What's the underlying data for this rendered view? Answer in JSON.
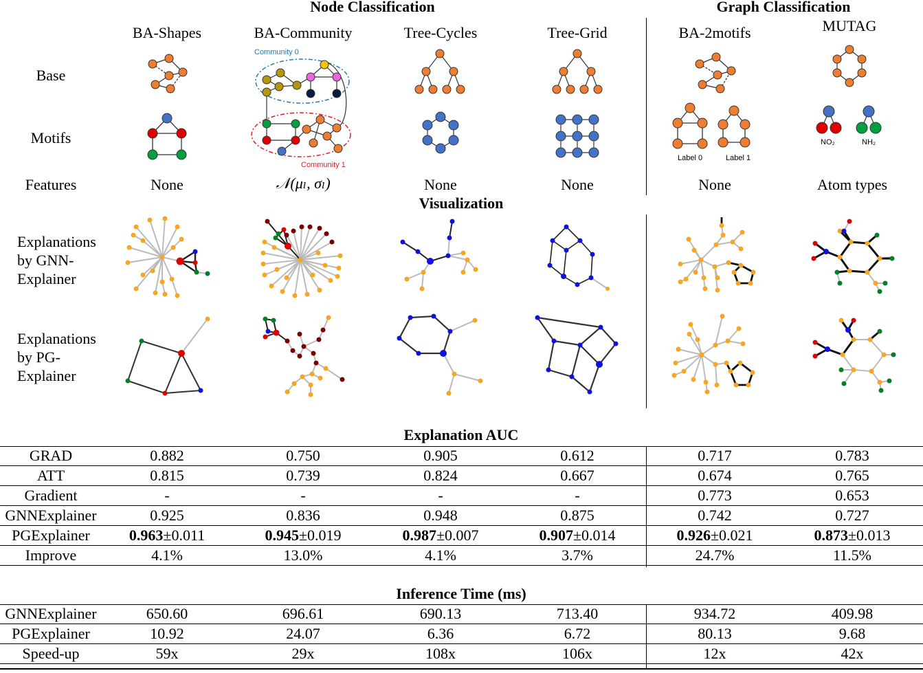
{
  "headers": {
    "node": "Node Classification",
    "graph": "Graph Classification",
    "visualization": "Visualization",
    "auc": "Explanation AUC",
    "time": "Inference Time (ms)"
  },
  "datasets": [
    "BA-Shapes",
    "BA-Community",
    "Tree-Cycles",
    "Tree-Grid",
    "BA-2motifs",
    "MUTAG"
  ],
  "row_labels": {
    "base": "Base",
    "motifs": "Motifs",
    "features": "Features",
    "gnn_l1": "Explanations",
    "gnn_l2": "by GNN-",
    "gnn_l3": "Explainer",
    "pg_l1": "Explanations",
    "pg_l2": "by PG-",
    "pg_l3": "Explainer"
  },
  "features": [
    "None",
    "𝒩(μₗ, σₗ)",
    "None",
    "None",
    "None",
    "Atom types"
  ],
  "annotations": {
    "community0": "Community 0",
    "community1": "Community 1",
    "label0": "Label 0",
    "label1": "Label 1",
    "no2": "NO₂",
    "nh2": "NH₂"
  },
  "auc_rows": [
    {
      "name": "GRAD",
      "values": [
        "0.882",
        "0.750",
        "0.905",
        "0.612",
        "0.717",
        "0.783"
      ]
    },
    {
      "name": "ATT",
      "values": [
        "0.815",
        "0.739",
        "0.824",
        "0.667",
        "0.674",
        "0.765"
      ]
    },
    {
      "name": "Gradient",
      "values": [
        "-",
        "-",
        "-",
        "-",
        "0.773",
        "0.653"
      ]
    },
    {
      "name": "GNNExplainer",
      "values": [
        "0.925",
        "0.836",
        "0.948",
        "0.875",
        "0.742",
        "0.727"
      ]
    },
    {
      "name": "PGExplainer",
      "bold": [
        "0.963",
        "0.945",
        "0.987",
        "0.907",
        "0.926",
        "0.873"
      ],
      "pm": [
        "±0.011",
        "±0.019",
        "±0.007",
        "±0.014",
        "±0.021",
        "±0.013"
      ]
    },
    {
      "name": "Improve",
      "values": [
        "4.1%",
        "13.0%",
        "4.1%",
        "3.7%",
        "24.7%",
        "11.5%"
      ]
    }
  ],
  "time_rows": [
    {
      "name": "GNNExplainer",
      "values": [
        "650.60",
        "696.61",
        "690.13",
        "713.40",
        "934.72",
        "409.98"
      ]
    },
    {
      "name": "PGExplainer",
      "values": [
        "10.92",
        "24.07",
        "6.36",
        "6.72",
        "80.13",
        "9.68"
      ]
    },
    {
      "name": "Speed-up",
      "values": [
        "59x",
        "29x",
        "108x",
        "106x",
        "12x",
        "42x"
      ]
    }
  ],
  "colors": {
    "orange": "#ed7d31",
    "blue": "#4472c4",
    "red": "#e00000",
    "green": "#00a040",
    "yellow_node": "#f5a623",
    "darkred": "#7a0000",
    "community0": "#1f7ab8",
    "community1": "#e02020"
  }
}
